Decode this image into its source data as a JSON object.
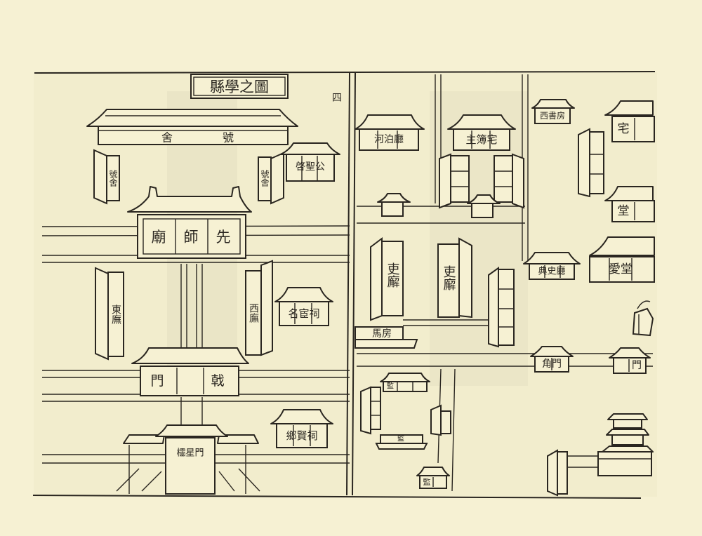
{
  "colors": {
    "paper": "#f6f1d3",
    "ink": "#2a2620",
    "wash": "#ebe5c4",
    "ghost": "#dcd6bb"
  },
  "page_number": "四",
  "title": "縣學之圖",
  "labels": {
    "hao_she": [
      "號",
      "舍"
    ],
    "qi_sheng_gong": "啓聖公",
    "hao_she_left": "號舍",
    "hao_she_right": "號舍",
    "xian_shi_miao": [
      "先",
      "師",
      "廟"
    ],
    "dong_wu": "東廡",
    "xi_wu": "西廡",
    "ming_huan_ci": "名宦祠",
    "ji_men": [
      "戟",
      "門"
    ],
    "xiang_xian_ci": "鄉賢祠",
    "ling_xing_men": "櫺星門",
    "zhu_bu_zhai": "主簿宅",
    "he_bo_ting": "河泊廳",
    "li_xie_right": "吏廨",
    "li_xie_left": "吏廨",
    "ma_fang": "馬房",
    "xi_shu_fang": "西書房",
    "zhai_right": "宅",
    "tang_right": "堂",
    "ai_tang": "愛堂",
    "dian_shi_ting": "典史廳",
    "jiao_men_left": "角門",
    "men_right": "門",
    "jian_jiao": "監",
    "jian_mid": "監",
    "jian_bottom": "監"
  }
}
